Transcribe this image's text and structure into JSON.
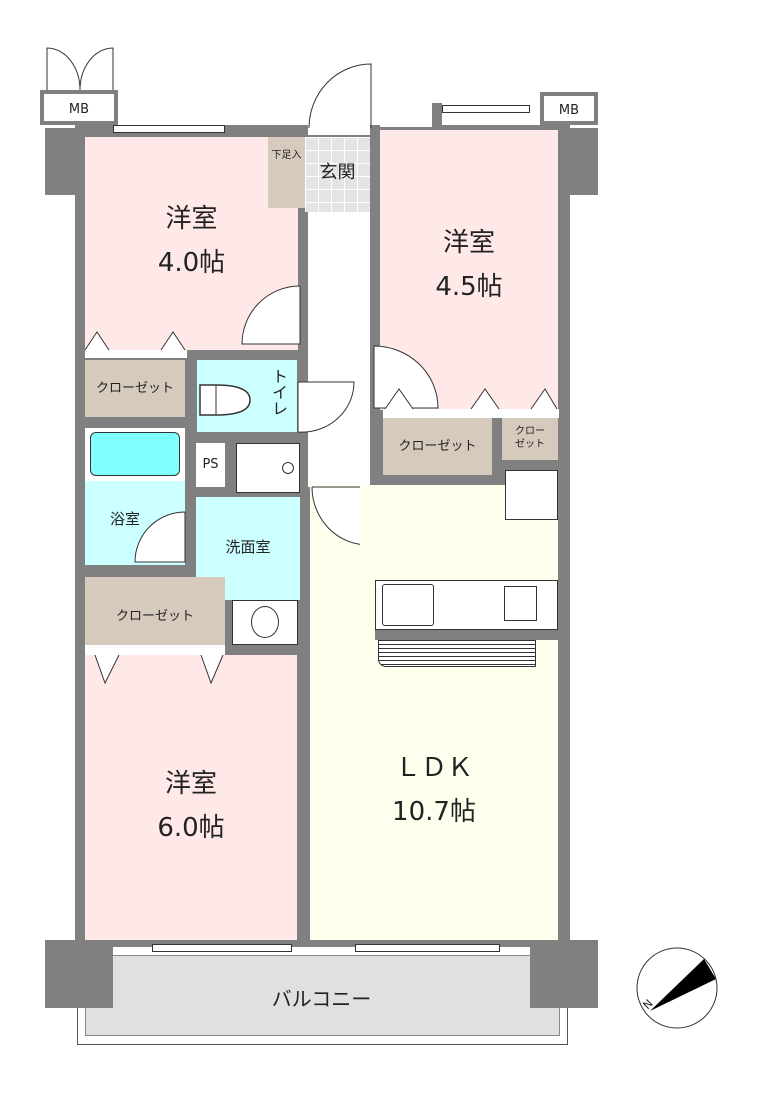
{
  "rooms": {
    "western_a": {
      "name": "洋室",
      "size": "4.0帖"
    },
    "western_b": {
      "name": "洋室",
      "size": "4.5帖"
    },
    "western_c": {
      "name": "洋室",
      "size": "6.0帖"
    },
    "ldk": {
      "name": "ＬＤＫ",
      "size": "10.7帖"
    },
    "entrance": "玄関",
    "shoe_storage": "下足入",
    "toilet": "トイレ",
    "bathroom": "浴室",
    "washroom": "洗面室",
    "ps": "PS",
    "balcony": "バルコニー",
    "closet": "クローゼット",
    "closet_small": "クロー\nゼット",
    "mb": "MB"
  },
  "compass": {
    "label": "N"
  },
  "colors": {
    "wall": "#808080",
    "western": "#ffe8e8",
    "wet": "#ccffff",
    "closet": "#d6cabc",
    "ldk": "#ffffee",
    "tub": "#80ffff",
    "balcony": "#e0e0e0"
  }
}
